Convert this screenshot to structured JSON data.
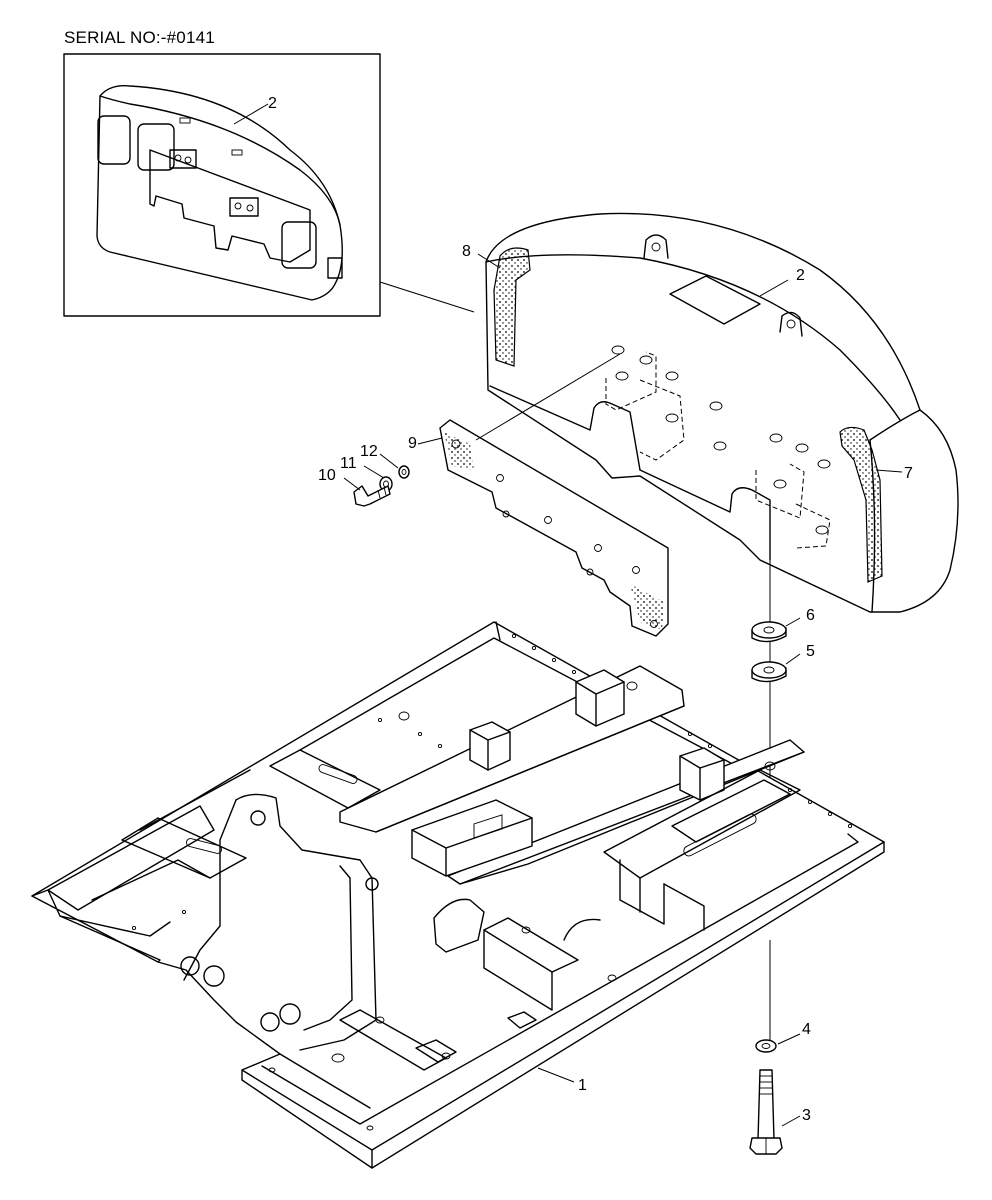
{
  "serial_label": "SERIAL NO:-#0141",
  "callouts": {
    "p1": "1",
    "p2_inset": "2",
    "p2": "2",
    "p3": "3",
    "p4": "4",
    "p5": "5",
    "p6": "6",
    "p7": "7",
    "p8": "8",
    "p9": "9",
    "p10": "10",
    "p11": "11",
    "p12": "12"
  }
}
